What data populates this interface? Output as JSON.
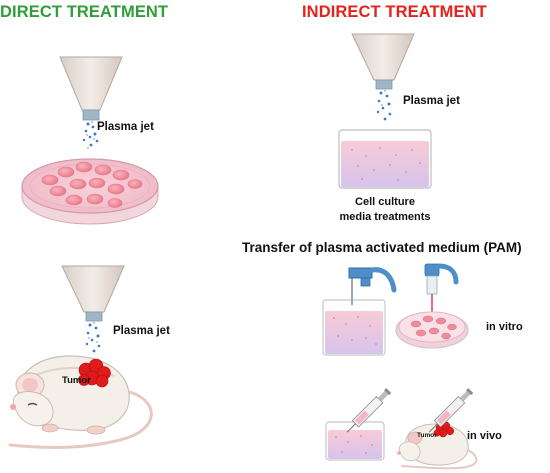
{
  "direct": {
    "title": "DIRECT TREATMENT",
    "title_color": "#2f9e3a",
    "plasma_jet_top": "Plasma jet",
    "plasma_jet_bottom": "Plasma jet",
    "tumor": "Tumor"
  },
  "indirect": {
    "title": "INDIRECT TREATMENT",
    "title_color": "#e3231b",
    "plasma_jet": "Plasma jet",
    "cell_culture_line1": "Cell culture",
    "cell_culture_line2": "media treatments",
    "pam_transfer": "Transfer of plasma activated medium (PAM)",
    "in_vitro": "in vitro",
    "tumor": "Tumor",
    "in_vivo": "in vivo"
  },
  "colors": {
    "nozzle": "#ece3dd",
    "nozzle_stroke": "#b8aaa0",
    "medium_pink": "#f6c9d6",
    "medium_lilac": "#d8c2ea",
    "cell_pink": "#f28b9a",
    "tumor_red": "#e01b1b",
    "bottle_blue": "#4f8fc9",
    "mouse_white": "#f4efe8"
  }
}
